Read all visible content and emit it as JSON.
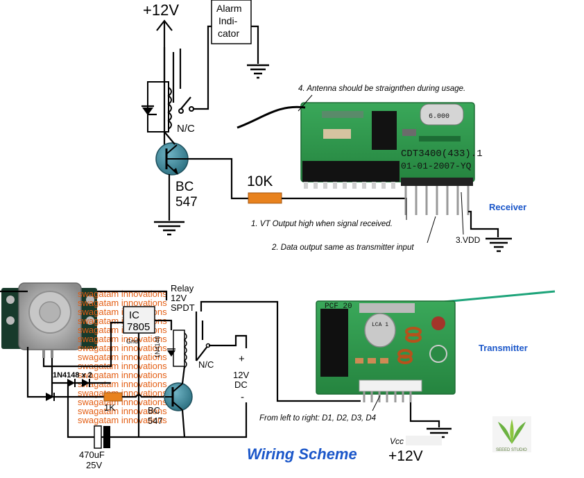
{
  "top": {
    "supply": "+12V",
    "alarm": [
      "Alarm",
      "Indi-",
      "cator"
    ],
    "nc": "N/C",
    "transistor": [
      "BC",
      "547"
    ],
    "resistor": "10K",
    "antenna_note": "4. Antenna should be straignthen during usage.",
    "note1": "1. VT Output high when signal received.",
    "note2": "2. Data output same as transmitter input",
    "vdd": "3.VDD",
    "receiver": "Receiver",
    "pcb_code": "CDT3400(433).1",
    "pcb_date": "01-01-2007-YQ"
  },
  "bottom": {
    "relay": [
      "Relay",
      "12V",
      "SPDT"
    ],
    "ic": [
      "IC",
      "7805"
    ],
    "gnd": "Gnd",
    "diodes": "1N4148 x 2",
    "diode_side": "1N4148",
    "nc": "N/C",
    "plus": "+",
    "minus": "-",
    "dc": [
      "12V",
      "DC"
    ],
    "resistor": "1K",
    "transistor": [
      "BC",
      "547"
    ],
    "cap": [
      "470uF",
      "25V"
    ],
    "watermark": "swagatam innovations",
    "pins_note": "From left to right: D1, D2, D3, D4",
    "vcc": "Vcc",
    "supply": "+12V",
    "transmitter": "Transmitter",
    "title": "Wiring Scheme",
    "pcb_label": "PCF 20",
    "seeed": "SEEED STUDIO"
  },
  "colors": {
    "pcb_green": "#2f9a4c",
    "resistor_orange": "#e8821e",
    "title_blue": "#1a56c9",
    "watermark_orange": "#e35d12"
  }
}
